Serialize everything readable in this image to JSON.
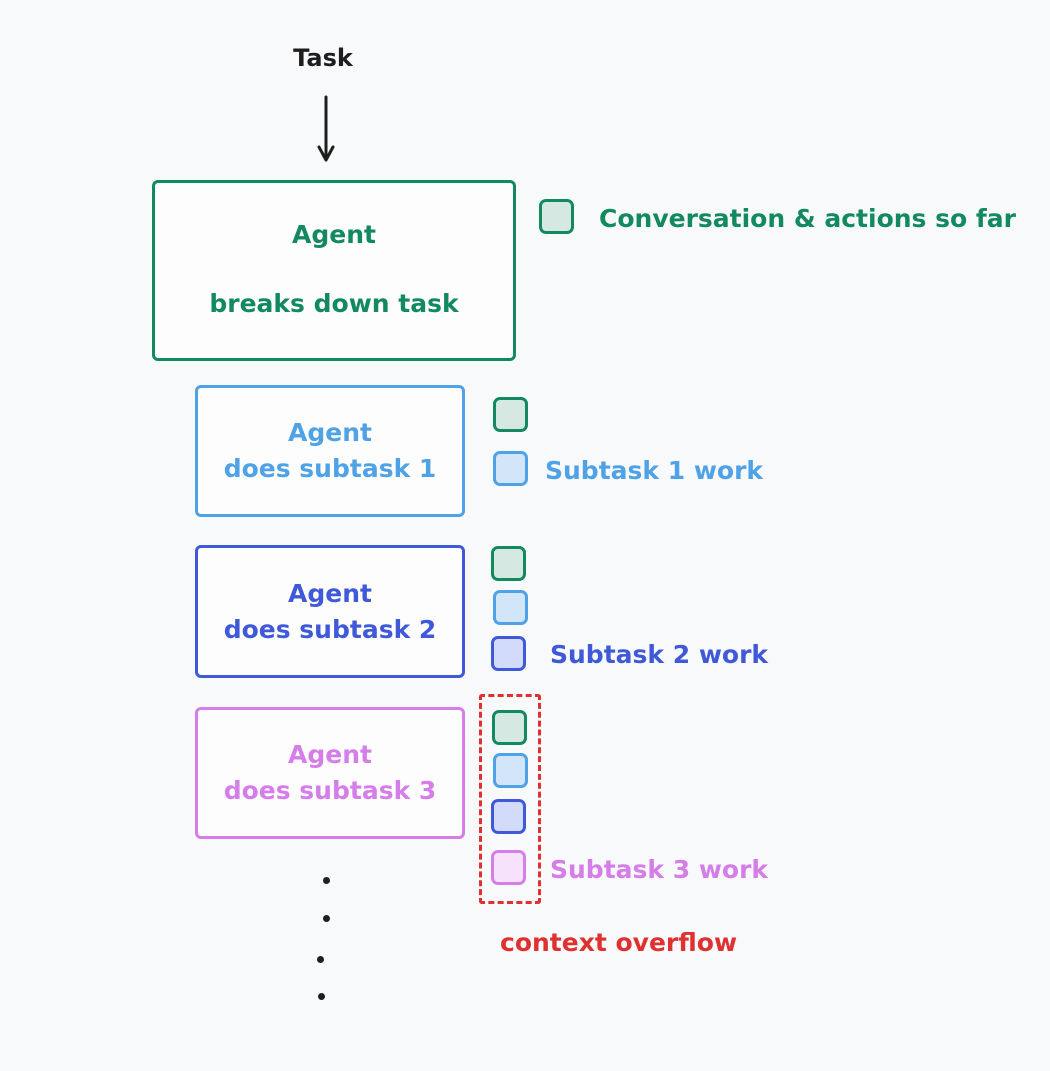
{
  "task_label": "Task",
  "main_agent": {
    "title": "Agent",
    "subtitle": "breaks down task",
    "legend": "Conversation & actions so far"
  },
  "subtasks": [
    {
      "title": "Agent",
      "subtitle": "does subtask 1",
      "legend": "Subtask 1 work"
    },
    {
      "title": "Agent",
      "subtitle": "does subtask 2",
      "legend": "Subtask 2 work"
    },
    {
      "title": "Agent",
      "subtitle": "does subtask 3",
      "legend": "Subtask 3 work"
    }
  ],
  "overflow_label": "context overflow",
  "colors": {
    "main": "#12895e",
    "subtask_1": "#4fa2e6",
    "subtask_2": "#3f59d9",
    "subtask_3": "#d57de8",
    "overflow": "#e03131",
    "text": "#1e1e1e",
    "background": "#f8f9fa"
  }
}
